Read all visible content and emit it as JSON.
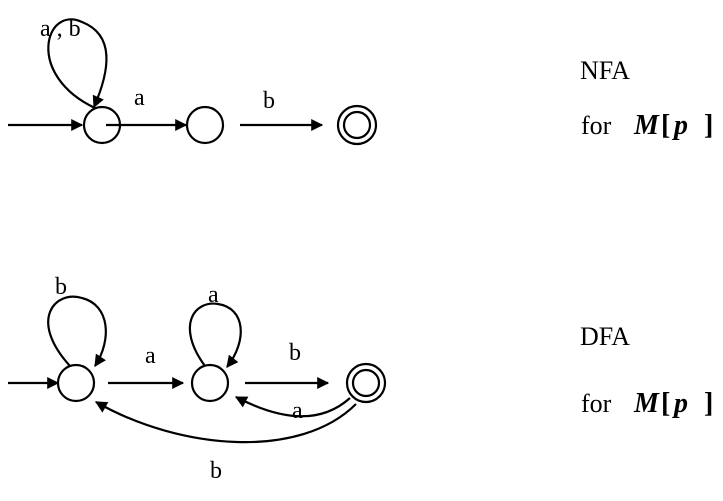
{
  "nfa": {
    "caption": "NFA",
    "caption_for": "for",
    "caption_math": "M",
    "caption_bracket_open": "[",
    "caption_param": "p",
    "caption_bracket_close": "]",
    "self_loop_label": "a , b",
    "edge1_label": "a",
    "edge2_label": "b"
  },
  "dfa": {
    "caption": "DFA",
    "caption_for": "for",
    "caption_math": "M",
    "caption_bracket_open": "[",
    "caption_param": "p",
    "caption_bracket_close": "]",
    "loop1_label": "b",
    "loop2_label": "a",
    "edge1_label": "a",
    "edge2_label": "b",
    "back_edge_a_label": "a",
    "back_edge_b_label": "b"
  }
}
